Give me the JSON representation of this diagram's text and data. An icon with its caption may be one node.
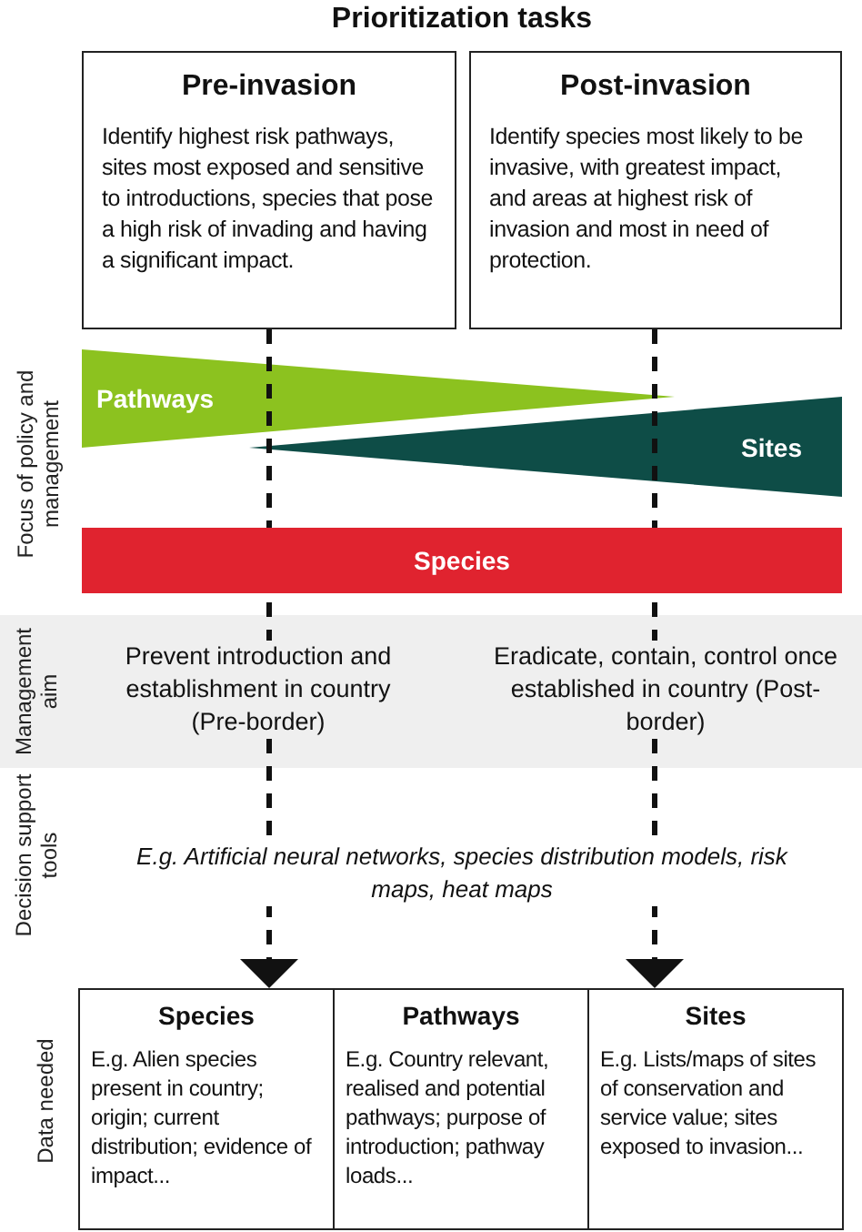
{
  "diagram": {
    "title": "Prioritization tasks",
    "nodes": [
      {
        "text": [
          "Pre-invasion",
          "Identify highest risk pathways, sites most exposed and sensitive to introductions, species that pose a high risk of invading and having a significant impact."
        ]
      },
      {
        "text": [
          "Post-invasion",
          "Identify species most likely to be invasive, with greatest impact, and areas at highest risk of invasion and most in need of protection."
        ]
      },
      {
        "text": [
          "Species",
          "E.g. Alien species present in country; origin; current distribution; evidence of impact..."
        ]
      },
      {
        "text": [
          "Pathways",
          "E.g. Country relevant, realised and potential pathways; purpose of introduction; pathway loads..."
        ]
      },
      {
        "text": [
          "Sites",
          "E.g. Lists/maps of sites of conservation and service value; sites exposed to invasion..."
        ]
      }
    ],
    "edges": [
      {
        "from": 0,
        "to": 2,
        "arrow": "to",
        "style": "dashed"
      },
      {
        "from": 1,
        "to": 4,
        "arrow": "to",
        "style": "dashed"
      }
    ],
    "labels": [
      "Focus of policy and management",
      "Pathways",
      "Sites",
      "Species",
      "Management aim",
      "Prevent introduction and establishment in country (Pre-border)",
      "Eradicate, contain, control once established in country (Post-border)",
      "Decision support tools",
      "E.g. Artificial neural networks, species distribution models, risk maps, heat maps",
      "Data needed"
    ]
  }
}
